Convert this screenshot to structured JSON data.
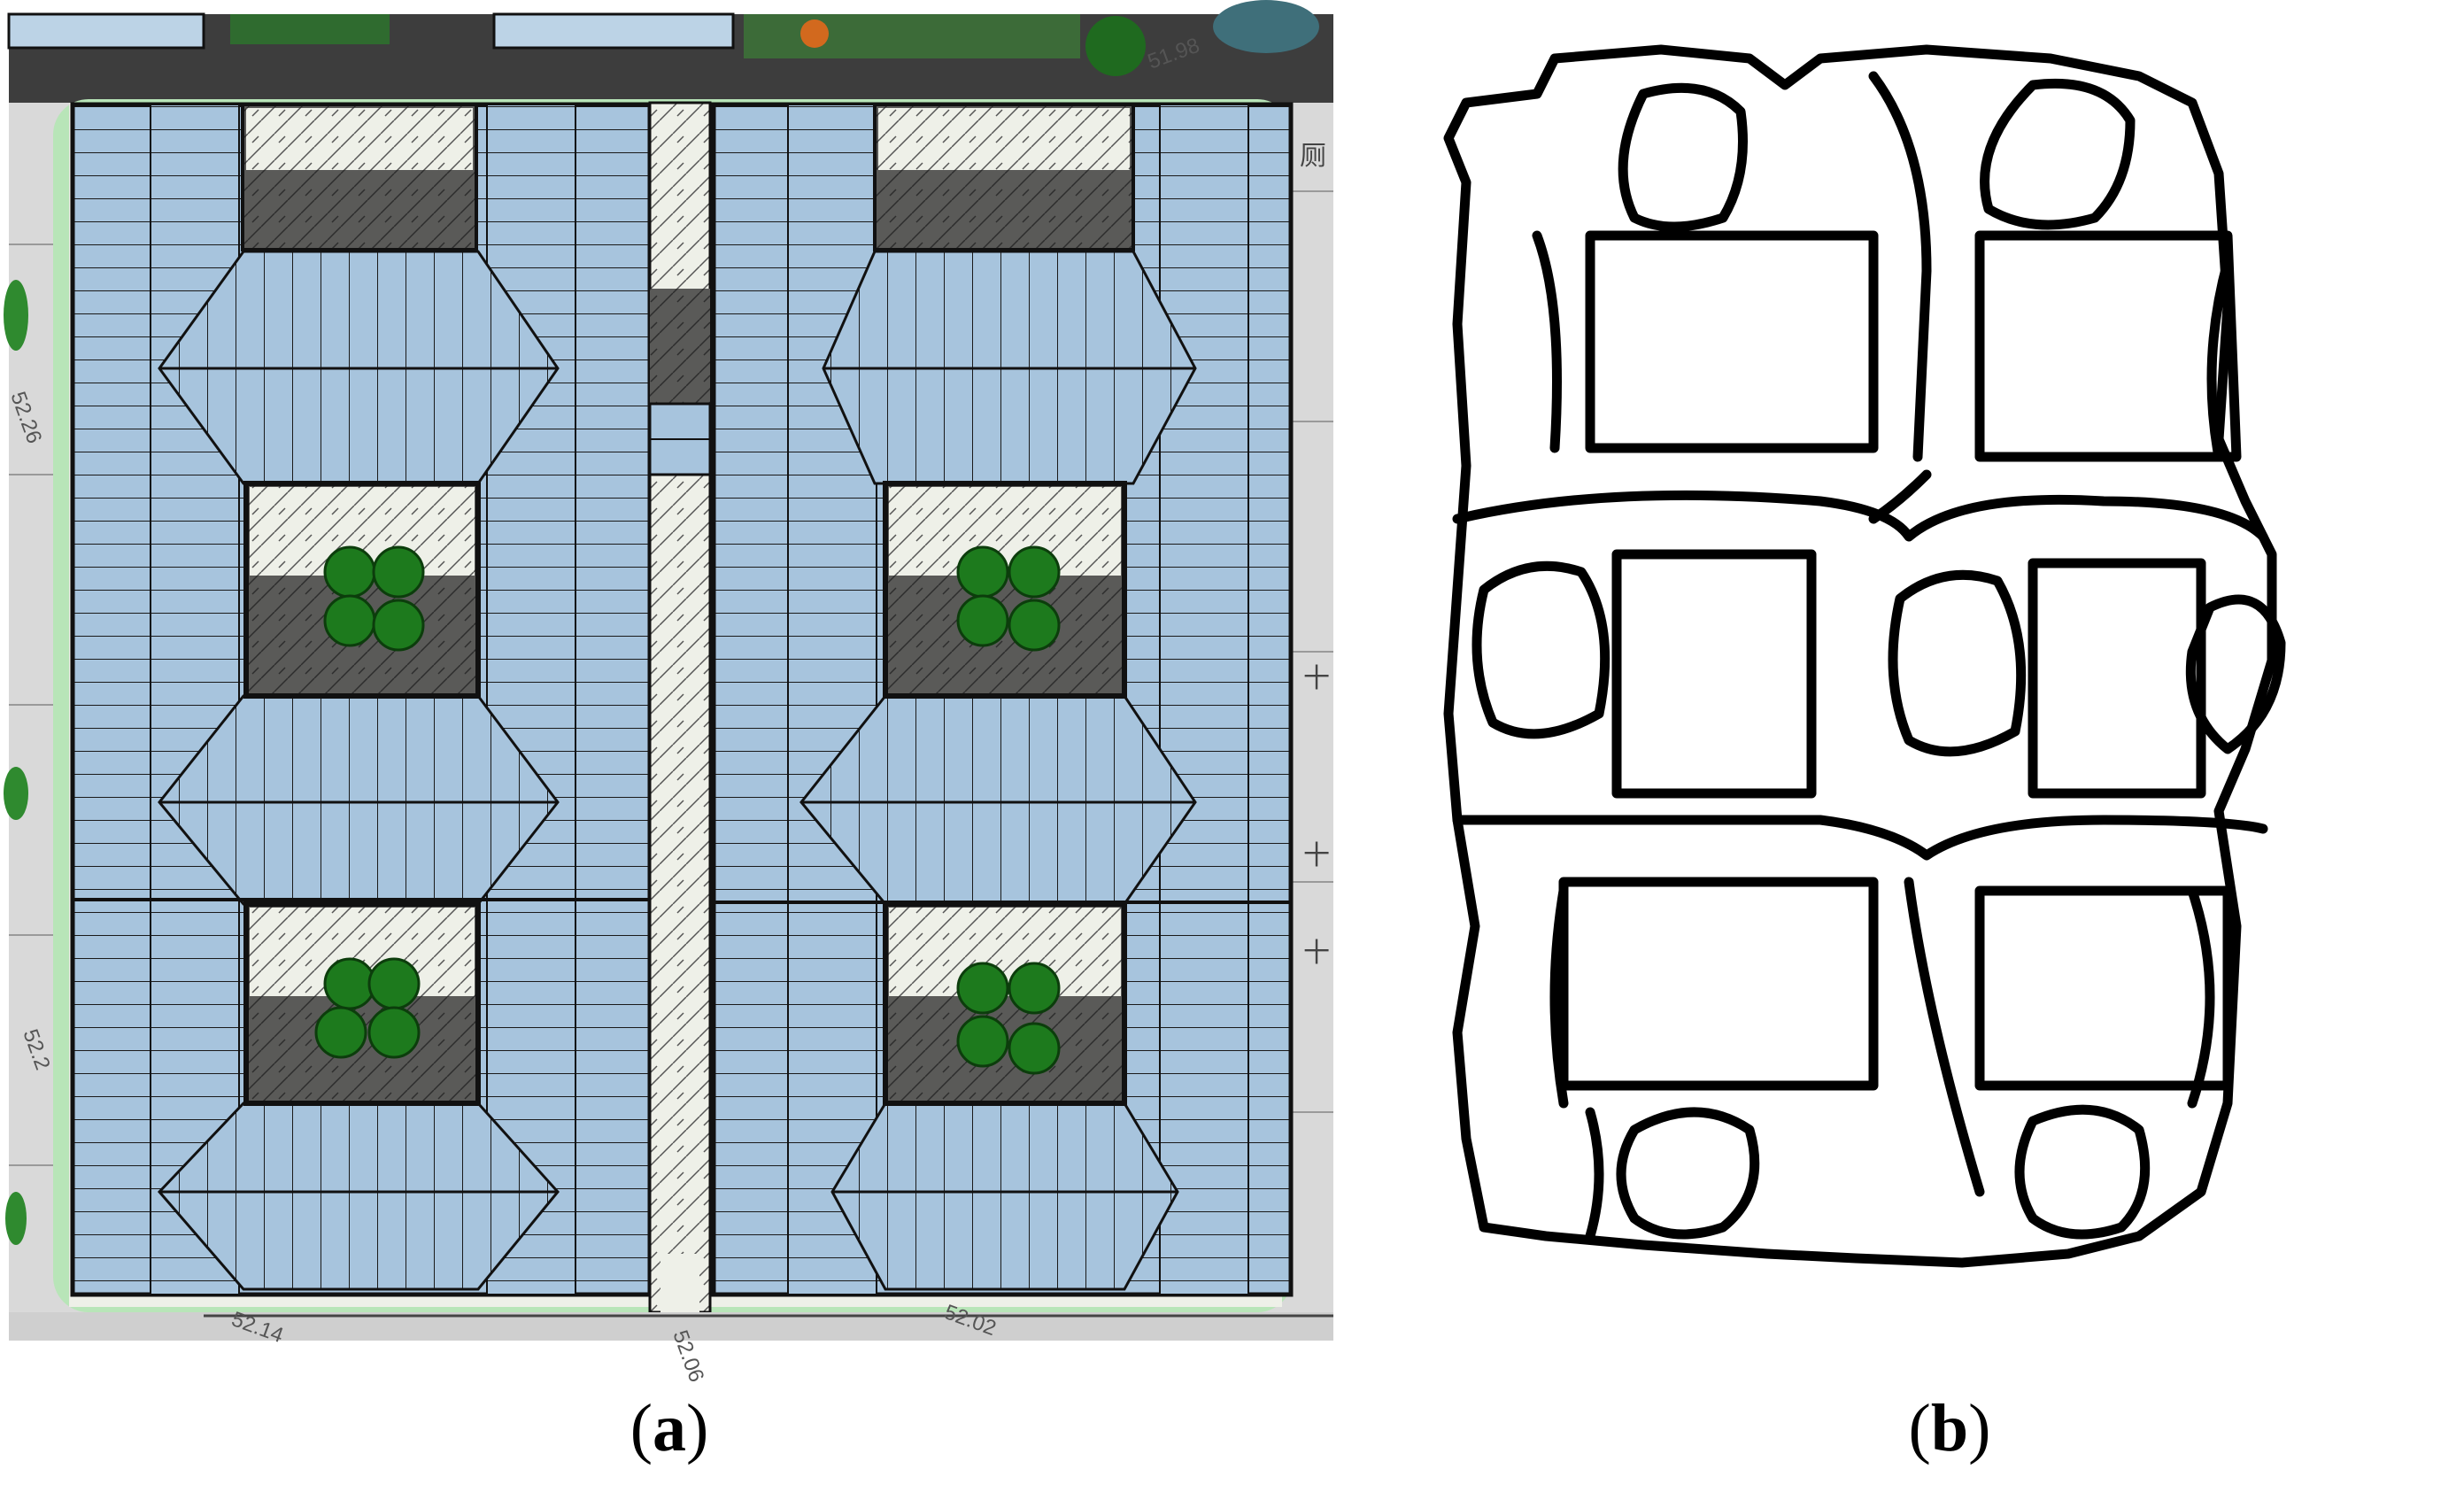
{
  "captions": {
    "a_open": "(",
    "a_letter": "a",
    "a_close": ")",
    "b_open": "(",
    "b_letter": "b",
    "b_close": ")"
  },
  "panel_a": {
    "elevation_labels": [
      "51.98",
      "52.26",
      "52.2",
      "52.14",
      "52.06",
      "52.02"
    ],
    "side_glyphs": [
      "厕",
      "十",
      "十",
      "十"
    ],
    "colors": {
      "roof": "#a7c4dd",
      "road": "#3d3d3d",
      "paving": "#ecefe6",
      "tree": "#1d7a1d",
      "ground": "#dcdcdc",
      "lawn": "#8fd48f"
    }
  },
  "panel_b": {
    "colors": {
      "outline": "#000000",
      "background": "#ffffff"
    }
  }
}
